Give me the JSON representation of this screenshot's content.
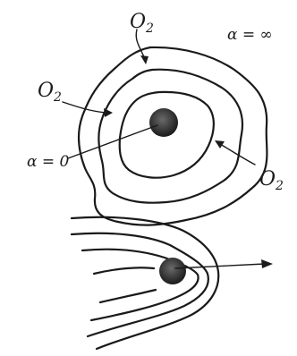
{
  "labels": {
    "top": {
      "main": "O",
      "sub": "2"
    },
    "left": {
      "main": "O",
      "sub": "2"
    },
    "right": {
      "main": "O",
      "sub": "2"
    },
    "alpha_inf": "α = ∞",
    "alpha_zero": "α = 0"
  },
  "colors": {
    "ink": "#1a1a1a",
    "particle": "#3a3a3a"
  }
}
